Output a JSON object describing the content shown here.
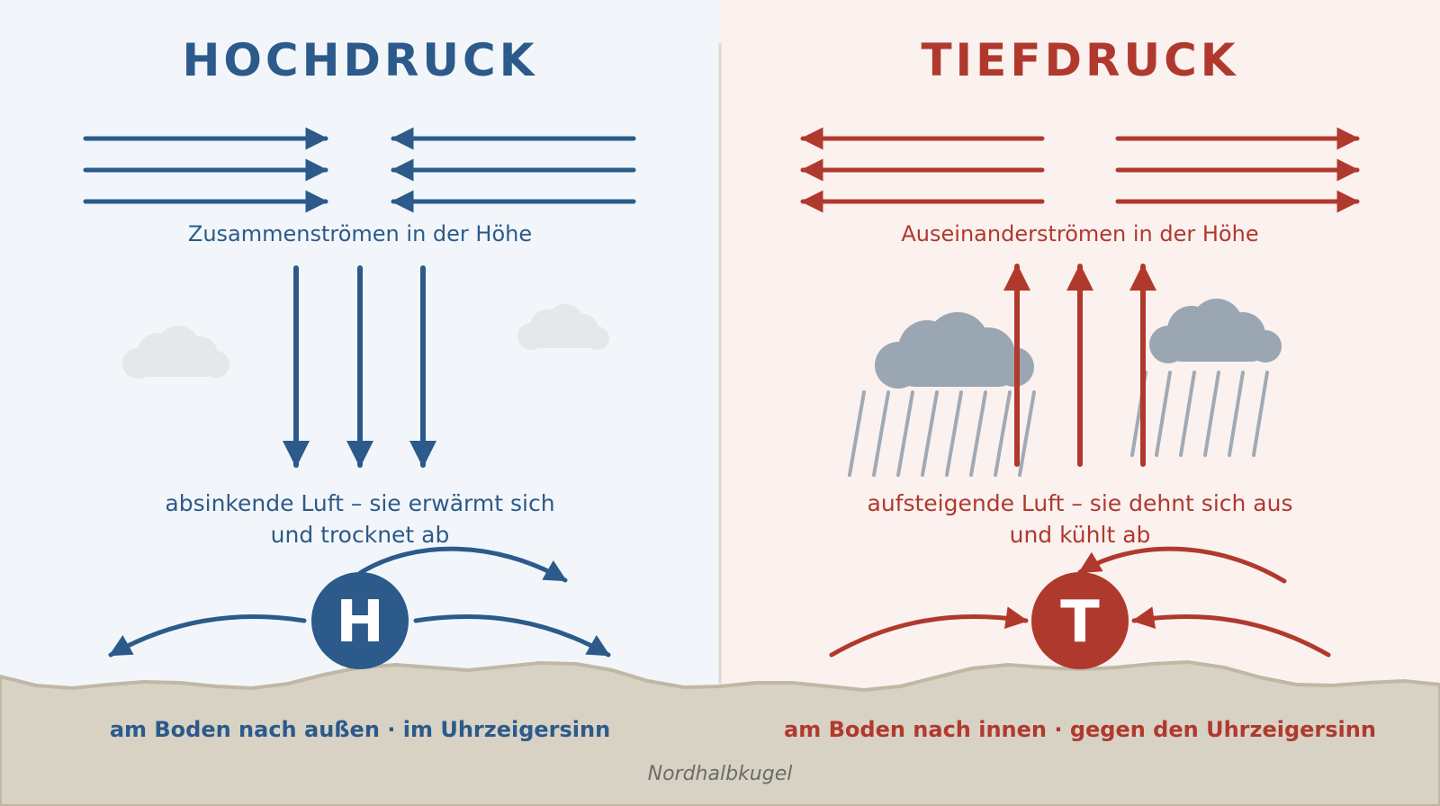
{
  "colors": {
    "high": "#2c5a8a",
    "low": "#b0392e",
    "high_bg": "#f2f6fa",
    "low_bg": "#fbf1ef",
    "ground": "#d8d2c4",
    "ground_edge": "#c0b8a4",
    "cloud_light": "#e4e8eb",
    "cloud_dark": "#9aa7b3",
    "rain": "#a0aab5",
    "divider": "#e0d8cc",
    "foot_text": "#6b6b6b"
  },
  "high": {
    "title": "HOCHDRUCK",
    "aloft_label": "Zusammenströmen in der Höhe",
    "air_line1": "absinkende Luft – sie erwärmt sich",
    "air_line2": "und trocknet ab",
    "center_letter": "H",
    "ground_label": "am Boden nach außen · im Uhrzeigersinn"
  },
  "low": {
    "title": "TIEFDRUCK",
    "aloft_label": "Auseinanderströmen in der Höhe",
    "air_line1": "aufsteigende Luft – sie dehnt sich aus",
    "air_line2": "und kühlt ab",
    "center_letter": "T",
    "ground_label": "am Boden nach innen · gegen den Uhrzeigersinn"
  },
  "footer": "Nordhalbkugel"
}
